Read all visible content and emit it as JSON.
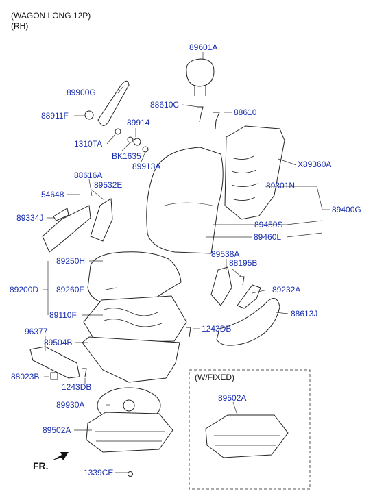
{
  "header": {
    "line1": "(WAGON LONG 12P)",
    "line2": "(RH)"
  },
  "fixed_box_title": "(W/FIXED)",
  "front_label": "FR.",
  "parts": {
    "p89601A": "89601A",
    "p89900G": "89900G",
    "p88610C": "88610C",
    "p88610": "88610",
    "p88911F": "88911F",
    "p89914": "89914",
    "p1310TA": "1310TA",
    "pBK1635": "BK1635",
    "p89913A": "89913A",
    "pX89360A": "X89360A",
    "p88616A": "88616A",
    "p89532E": "89532E",
    "p54648": "54648",
    "p89301N": "89301N",
    "p89400G": "89400G",
    "p89334J": "89334J",
    "p89450S": "89450S",
    "p89460L": "89460L",
    "p89538A": "89538A",
    "p88195B": "88195B",
    "p89250H": "89250H",
    "p89200D": "89200D",
    "p89260F": "89260F",
    "p89232A": "89232A",
    "p89110F": "89110F",
    "p88613J": "88613J",
    "p1243DB_a": "1243DB",
    "p96377": "96377",
    "p89504B": "89504B",
    "p88023B": "88023B",
    "p1243DB_b": "1243DB",
    "p89930A": "89930A",
    "p89502A_a": "89502A",
    "p89502A_b": "89502A",
    "p1339CE": "1339CE"
  },
  "colors": {
    "label": "#1a2fb0",
    "line": "#222222",
    "leader": "#333333"
  }
}
